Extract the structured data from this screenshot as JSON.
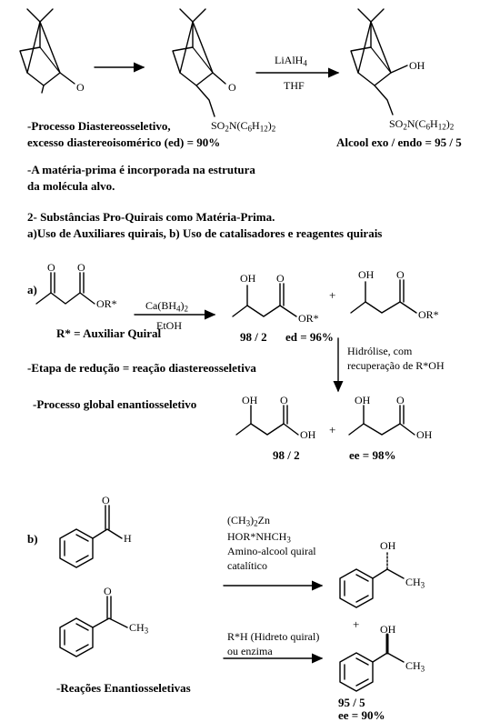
{
  "top": {
    "reagent": "LiAlH",
    "reagent_sub": "4",
    "solvent": "THF",
    "ketone_o": "O",
    "ketone2_o": "O",
    "sulfonamide_a": "SO",
    "sulfonamide_sub2": "2",
    "sulfonamide_b": "N(C",
    "sulfonamide_sub6": "6",
    "sulfonamide_c": "H",
    "sulfonamide_sub12": "12",
    "sulfonamide_d": ")",
    "sulfonamide_sub_end": "2",
    "alcohol_oh": "OH",
    "process_line1": "-Processo Diastereosseletivo,",
    "process_line2": "excesso diastereoisomérico (ed) = 90%",
    "ratio": "Alcool exo / endo = 95 / 5",
    "note_line1": "-A matéria-prima é incorporada na estrutura",
    "note_line2": "da molécula alvo."
  },
  "section2": {
    "heading": "2- Substâncias Pro-Quirais como Matéria-Prima.",
    "subheading": "a)Uso de Auxiliares quirais, b) Uso de catalisadores e reagentes quirais"
  },
  "part_a": {
    "label": "a)",
    "reagent_a": "Ca(BH",
    "reagent_sub": "4",
    "reagent_b": ")",
    "reagent_sub2": "2",
    "solvent": "EtOH",
    "o_label": "O",
    "or_label": "OR*",
    "oh_label": "OH",
    "plus": "+",
    "ratio": "98 / 2",
    "ed": "ed = 96%",
    "aux_def": "R* = Auxiliar Quiral",
    "hydrolysis1": "Hidrólise, com",
    "hydrolysis2": "recuperação de R*OH",
    "reduction_step": "-Etapa de redução = reação diastereosseletiva",
    "global": "-Processo global enantiosseletivo",
    "acid_oh": "OH",
    "ratio2": "98 / 2",
    "ee": "ee = 98%"
  },
  "part_b": {
    "label": "b)",
    "aldehyde_o": "O",
    "aldehyde_h": "H",
    "reagent1_a": "(CH",
    "reagent1_sub": "3",
    "reagent1_b": ")",
    "reagent1_sub2": "2",
    "reagent1_c": "Zn",
    "reagent2": "HOR*NHCH",
    "reagent2_sub": "3",
    "reagent3": "Amino-alcool quiral",
    "reagent4": "catalítico",
    "ketone_o": "O",
    "ch3": "CH",
    "ch3_sub": "3",
    "hydride1": "R*H (Hidreto quiral)",
    "hydride2": "ou enzima",
    "oh": "OH",
    "plus": "+",
    "reactions": "-Reações Enantiosseletivas",
    "ratio": "95 / 5",
    "ee": "ee = 90%"
  }
}
